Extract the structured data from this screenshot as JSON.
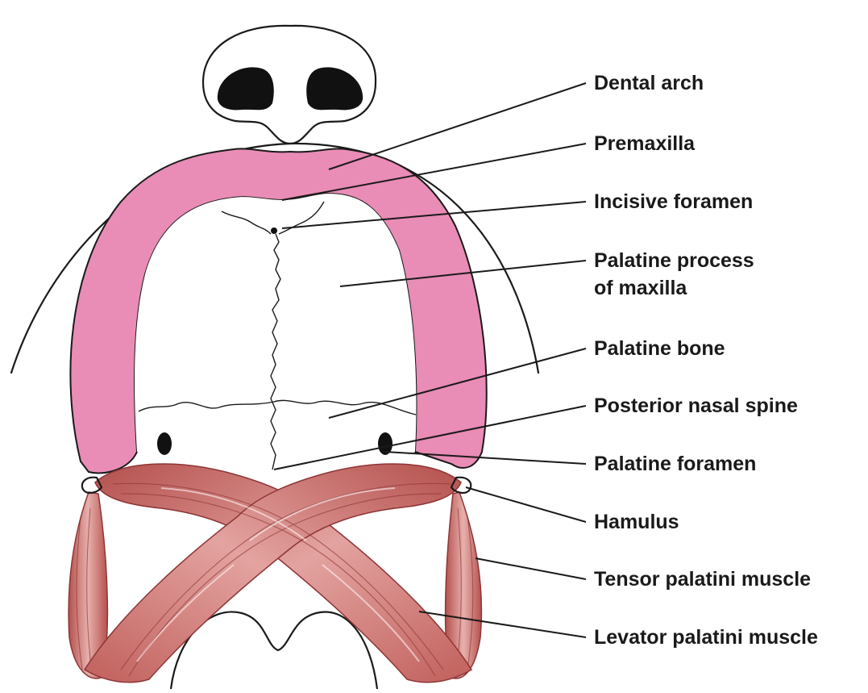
{
  "diagram": {
    "colors": {
      "dental_arch": "#e98cb6",
      "muscle": "#d98a87",
      "muscle_dark": "#a8413f",
      "outline": "#1a1a1a",
      "background": "#ffffff"
    },
    "labels": [
      {
        "id": "dental-arch",
        "lines": [
          "Dental arch"
        ]
      },
      {
        "id": "premaxilla",
        "lines": [
          "Premaxilla"
        ]
      },
      {
        "id": "incisive-foramen",
        "lines": [
          "Incisive foramen"
        ]
      },
      {
        "id": "palatine-process-of-maxilla",
        "lines": [
          "Palatine process",
          "of maxilla"
        ]
      },
      {
        "id": "palatine-bone",
        "lines": [
          "Palatine bone"
        ]
      },
      {
        "id": "posterior-nasal-spine",
        "lines": [
          "Posterior nasal spine"
        ]
      },
      {
        "id": "palatine-foramen",
        "lines": [
          "Palatine foramen"
        ]
      },
      {
        "id": "hamulus",
        "lines": [
          "Hamulus"
        ]
      },
      {
        "id": "tensor-palatini-muscle",
        "lines": [
          "Tensor palatini muscle"
        ]
      },
      {
        "id": "levator-palatini-muscle",
        "lines": [
          "Levator palatini muscle"
        ]
      }
    ]
  }
}
